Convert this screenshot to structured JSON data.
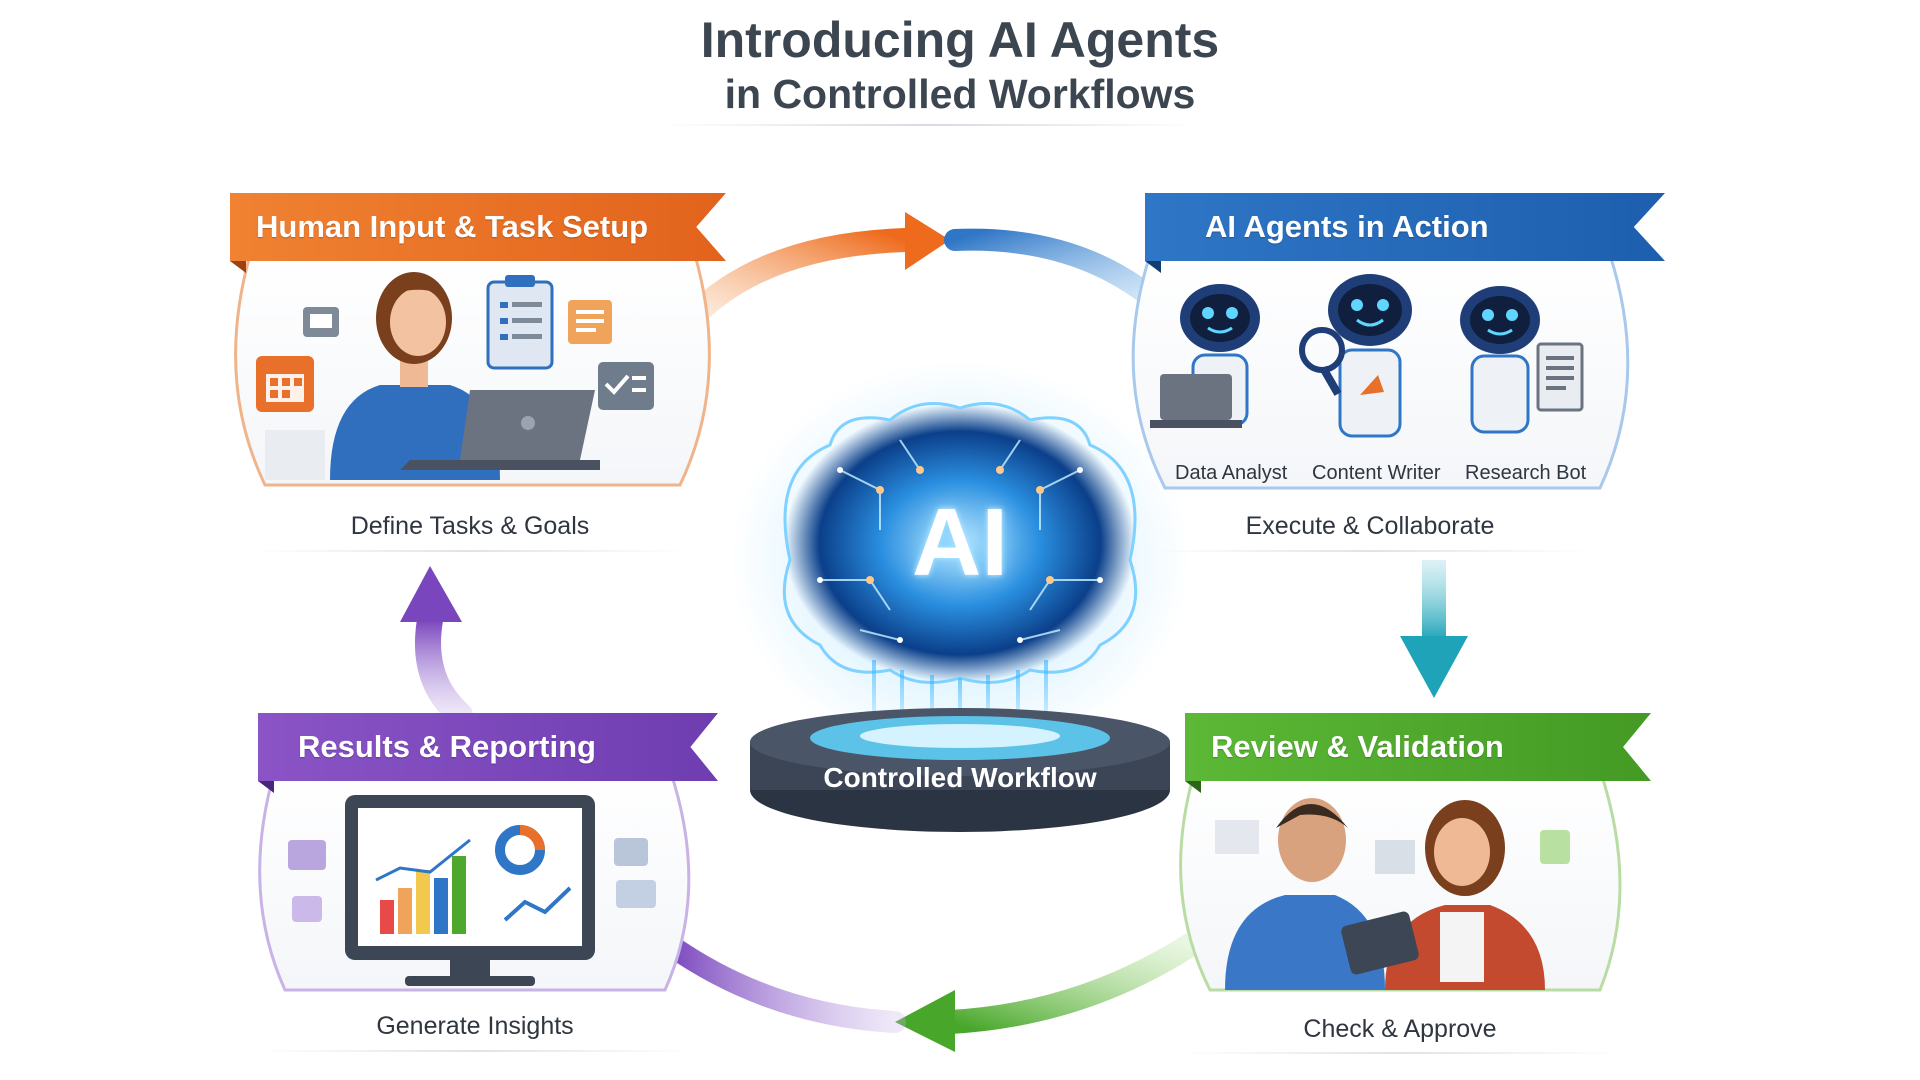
{
  "title": {
    "line1": "Introducing AI Agents",
    "line2": "in Controlled Workflows"
  },
  "center": {
    "ai_label": "AI",
    "pedestal_label": "Controlled Workflow"
  },
  "stages": [
    {
      "title": "Human Input & Task Setup",
      "caption": "Define Tasks & Goals",
      "color": "#e8702a"
    },
    {
      "title": "AI Agents in Action",
      "caption": "Execute & Collaborate",
      "color": "#2f76c6",
      "agents": [
        "Data Analyst",
        "Content Writer",
        "Research Bot"
      ]
    },
    {
      "title": "Review & Validation",
      "caption": "Check & Approve",
      "color": "#4fa82e"
    },
    {
      "title": "Results & Reporting",
      "caption": "Generate Insights",
      "color": "#7c4bb8"
    }
  ],
  "icons": [
    "brain-circuit-icon",
    "robot-icon",
    "laptop-icon",
    "monitor-chart-icon",
    "clipboard-icon",
    "calendar-icon",
    "checklist-icon",
    "tablet-icon"
  ],
  "colors": {
    "orange": "#e8702a",
    "blue": "#2f76c6",
    "green": "#4fa82e",
    "purple": "#7c4bb8",
    "teal": "#2aa6b8",
    "brain_glow": "#39b6ff"
  }
}
